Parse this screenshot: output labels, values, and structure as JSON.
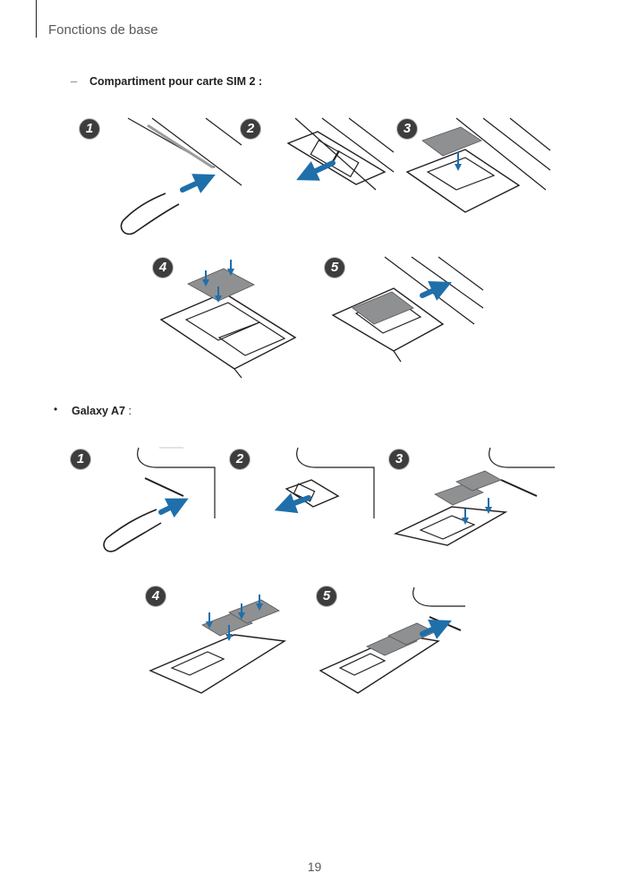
{
  "header": {
    "title": "Fonctions de base"
  },
  "subsection": {
    "bullet": "–",
    "title": "Compartiment pour carte SIM 2 :"
  },
  "section": {
    "bullet": "•",
    "model": "Galaxy A7",
    "suffix": " :"
  },
  "figures": {
    "sim2": {
      "steps": [
        "1",
        "2",
        "3",
        "4",
        "5"
      ]
    },
    "a7": {
      "steps": [
        "1",
        "2",
        "3",
        "4",
        "5"
      ]
    }
  },
  "colors": {
    "arrow": "#1f6faa",
    "badge": "#3d3d3d",
    "line": "#231f20",
    "sim": "#8f9092"
  },
  "footer": {
    "page_number": "19"
  }
}
